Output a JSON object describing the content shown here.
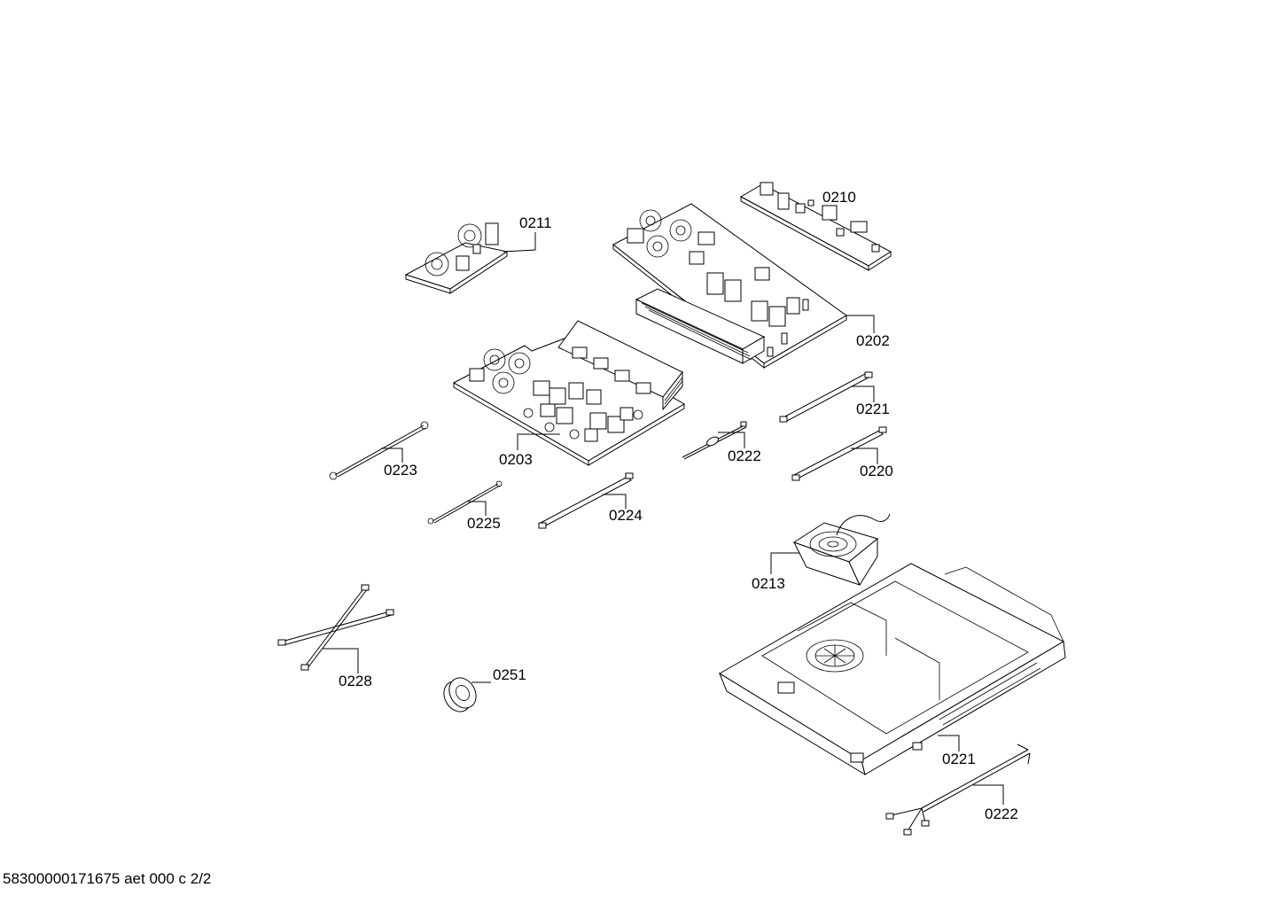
{
  "diagram": {
    "callouts": [
      {
        "id": "c0210",
        "text": "0210"
      },
      {
        "id": "c0211",
        "text": "0211"
      },
      {
        "id": "c0202",
        "text": "0202"
      },
      {
        "id": "c0203",
        "text": "0203"
      },
      {
        "id": "c0221a",
        "text": "0221"
      },
      {
        "id": "c0222a",
        "text": "0222"
      },
      {
        "id": "c0220",
        "text": "0220"
      },
      {
        "id": "c0223",
        "text": "0223"
      },
      {
        "id": "c0225",
        "text": "0225"
      },
      {
        "id": "c0224",
        "text": "0224"
      },
      {
        "id": "c0213",
        "text": "0213"
      },
      {
        "id": "c0228",
        "text": "0228"
      },
      {
        "id": "c0251",
        "text": "0251"
      },
      {
        "id": "c0221b",
        "text": "0221"
      },
      {
        "id": "c0222b",
        "text": "0222"
      }
    ]
  },
  "footer": {
    "text": "58300000171675 aet 000 c 2/2"
  }
}
